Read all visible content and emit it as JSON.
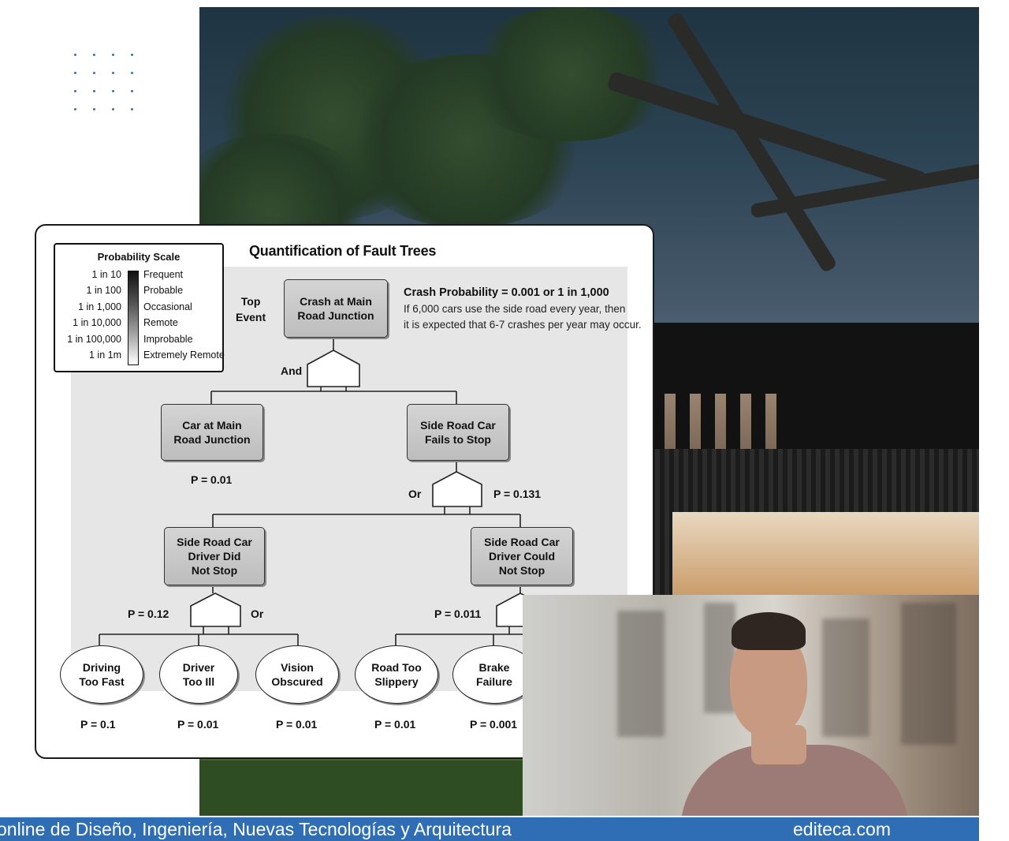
{
  "diagram": {
    "title": "Quantification of Fault Trees",
    "legend": {
      "title": "Probability Scale",
      "rows": [
        {
          "value": "1 in 10",
          "name": "Frequent"
        },
        {
          "value": "1 in 100",
          "name": "Probable"
        },
        {
          "value": "1 in 1,000",
          "name": "Occasional"
        },
        {
          "value": "1 in 10,000",
          "name": "Remote"
        },
        {
          "value": "1 in 100,000",
          "name": "Improbable"
        },
        {
          "value": "1 in 1m",
          "name": "Extremely Remote"
        }
      ]
    },
    "top_event_label": "Top\nEvent",
    "top_event": "Crash at Main\nRoad Junction",
    "crash_probability": "Crash Probability = 0.001 or 1 in 1,000",
    "note_line1": "If 6,000 cars use the side road every year, then",
    "note_line2": "it is expected that 6-7 crashes per year may occur.",
    "gate_and": "And",
    "gate_or_1": "Or",
    "gate_or_2": "Or",
    "car_at_junction": "Car at Main\nRoad Junction",
    "car_at_junction_p": "P = 0.01",
    "side_road_fails": "Side Road Car\nFails to Stop",
    "side_road_fails_p": "P = 0.131",
    "did_not_stop": "Side Road Car\nDriver Did\nNot Stop",
    "did_not_stop_p": "P = 0.12",
    "could_not_stop": "Side Road Car\nDriver Could\nNot Stop",
    "could_not_stop_p": "P = 0.011",
    "leaves": [
      {
        "label": "Driving\nToo Fast",
        "p": "P = 0.1"
      },
      {
        "label": "Driver\nToo Ill",
        "p": "P = 0.01"
      },
      {
        "label": "Vision\nObscured",
        "p": "P = 0.01"
      },
      {
        "label": "Road Too\nSlippery",
        "p": "P = 0.01"
      },
      {
        "label": "Brake\nFailure",
        "p": "P = 0.001"
      }
    ]
  },
  "footer": {
    "tagline": "online de Diseño, Ingeniería, Nuevas Tecnologías y Arquitectura",
    "site": "editeca.com"
  },
  "colors": {
    "footer_bg": "#2f6eb4",
    "box_fill": "#c8c8c8",
    "panel_shade": "#e6e6e6"
  }
}
